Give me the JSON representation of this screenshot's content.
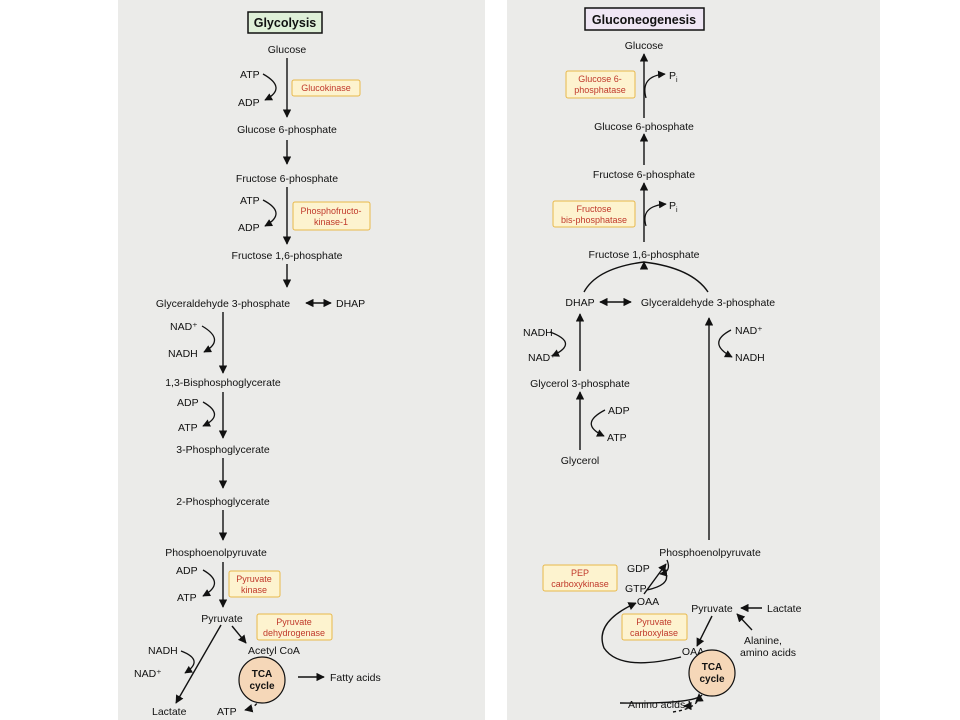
{
  "glycolysis": {
    "title": "Glycolysis",
    "steps": {
      "glucose": "Glucose",
      "glucose6p": "Glucose 6-phosphate",
      "fructose6p": "Fructose 6-phosphate",
      "fructose16bp": "Fructose 1,6-phosphate",
      "g3p": "Glyceraldehyde 3-phosphate",
      "dhap": "DHAP",
      "bpg13": "1,3-Bisphosphoglycerate",
      "pg3": "3-Phosphoglycerate",
      "pg2": "2-Phosphoglycerate",
      "pep": "Phosphoenolpyruvate",
      "pyruvate": "Pyruvate",
      "acetylcoa": "Acetyl CoA",
      "fattyacids": "Fatty acids",
      "lactate": "Lactate",
      "tca1": "TCA",
      "tca2": "cycle"
    },
    "cofactors": {
      "atp1": "ATP",
      "adp1": "ADP",
      "atp2": "ATP",
      "adp2": "ADP",
      "nad": "NAD⁺",
      "nadh": "NADH",
      "adp3": "ADP",
      "atp3": "ATP",
      "adp4": "ADP",
      "atp4": "ATP",
      "nadh2": "NADH",
      "nad2": "NAD⁺",
      "atp5": "ATP"
    },
    "enzymes": {
      "glucokinase": "Glucokinase",
      "pfk_1": "Phosphofructo-",
      "pfk_2": "kinase-1",
      "pk_1": "Pyruvate",
      "pk_2": "kinase",
      "pdh_1": "Pyruvate",
      "pdh_2": "dehydrogenase"
    }
  },
  "gluconeogenesis": {
    "title": "Gluconeogenesis",
    "steps": {
      "glucose": "Glucose",
      "glucose6p": "Glucose 6-phosphate",
      "fructose6p": "Fructose 6-phosphate",
      "fructose16bp": "Fructose 1,6-phosphate",
      "dhap": "DHAP",
      "g3p": "Glyceraldehyde 3-phosphate",
      "glycerol3p": "Glycerol 3-phosphate",
      "glycerol": "Glycerol",
      "pep": "Phosphoenolpyruvate",
      "oaa1": "OAA",
      "pyruvate": "Pyruvate",
      "lactate": "Lactate",
      "alanine_1": "Alanine,",
      "alanine_2": "amino acids",
      "oaa2": "OAA",
      "aminoacids": "Amino acids",
      "tca1": "TCA",
      "tca2": "cycle"
    },
    "cofactors": {
      "pi1": "P",
      "pi1_sub": "i",
      "pi2": "P",
      "pi2_sub": "i",
      "nadh": "NADH",
      "nad": "NAD⁺",
      "adp": "ADP",
      "atp": "ATP",
      "nad_r": "NAD⁺",
      "nadh_r": "NADH",
      "gdp": "GDP",
      "gtp": "GTP"
    },
    "enzymes": {
      "g6pase_1": "Glucose 6-",
      "g6pase_2": "phosphatase",
      "fbpase_1": "Fructose",
      "fbpase_2": "bis-phosphatase",
      "pepck_1": "PEP",
      "pepck_2": "carboxykinase",
      "pc_1": "Pyruvate",
      "pc_2": "carboxylase"
    }
  },
  "colors": {
    "enzyme_text": "#c0392b",
    "enzyme_box_fill": "#fdf3cf",
    "enzyme_box_stroke": "#e8b84a",
    "title_box_left": "#dff0d8",
    "title_box_right": "#efe6f4",
    "tca_fill": "#f5d7b8",
    "panel_bg": "#ebebe9"
  }
}
